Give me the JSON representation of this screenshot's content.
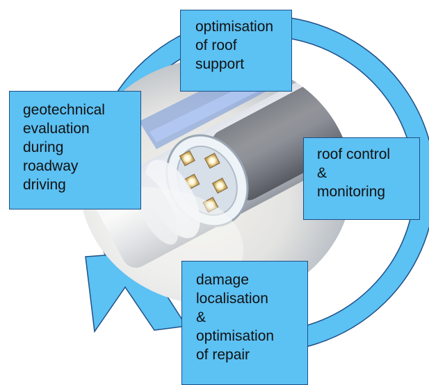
{
  "diagram": {
    "colors": {
      "arrow_fill": "#5cc1f3",
      "arrow_stroke": "#1e4f86",
      "box_fill": "#5cc1f3",
      "box_border": "#1e4f86",
      "text": "#111111"
    },
    "steps": [
      {
        "id": "top",
        "text": "optimisation\nof roof\nsupport"
      },
      {
        "id": "right",
        "text": "roof control\n&\nmonitoring"
      },
      {
        "id": "bottom",
        "text": "damage\nlocalisation\n&\noptimisation\nof repair"
      },
      {
        "id": "left",
        "text": "geotechnical\nevaluation\nduring\nroadway\ndriving"
      }
    ],
    "photo": {
      "icon": "borehole-camera-photo"
    }
  }
}
